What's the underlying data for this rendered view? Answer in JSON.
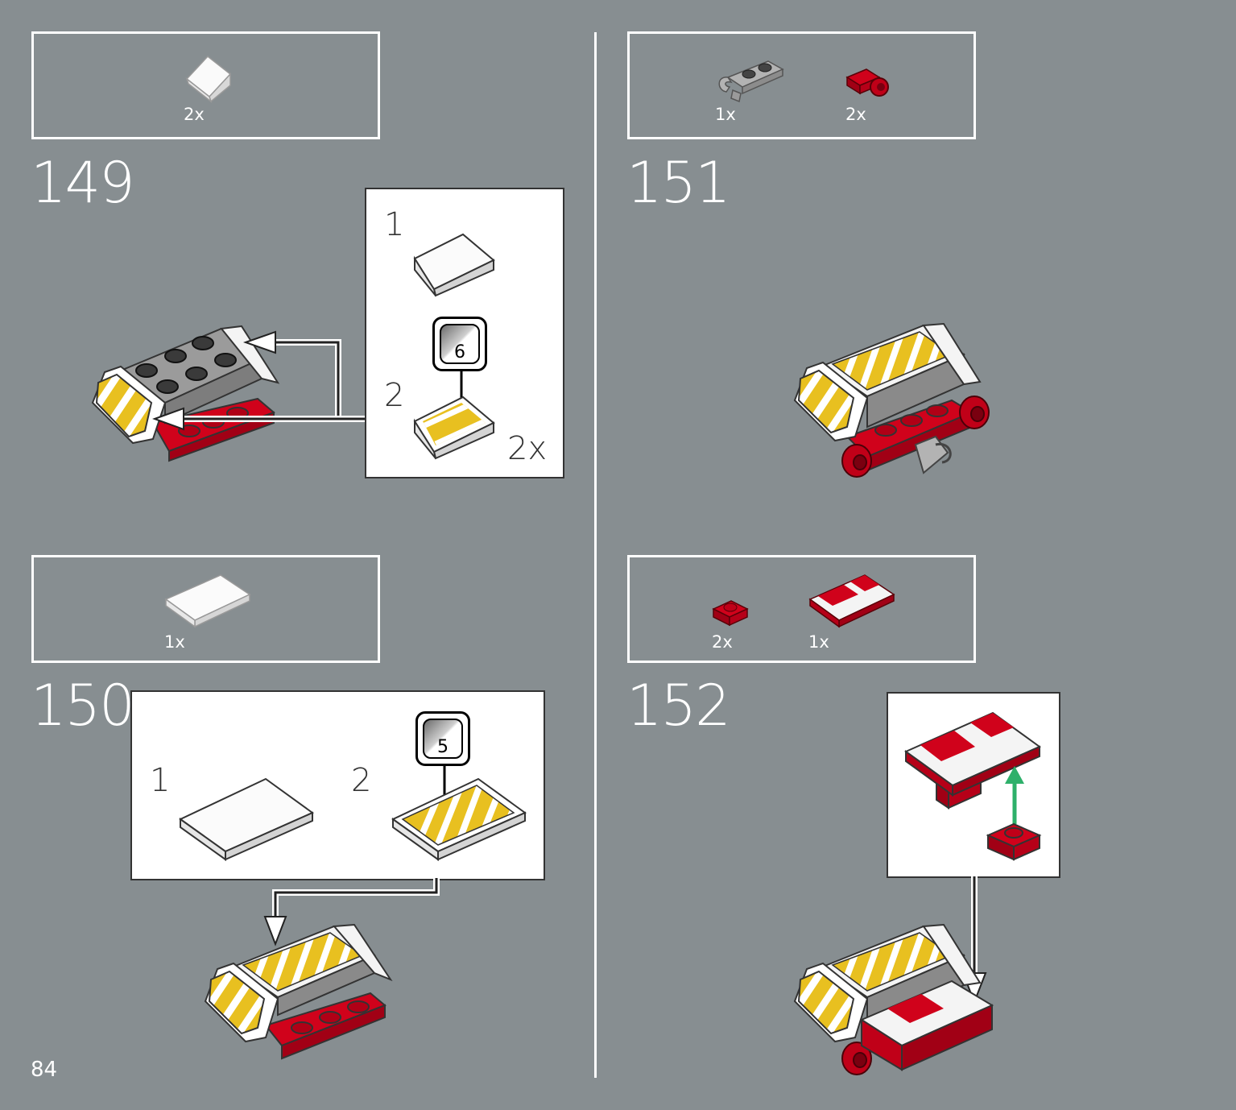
{
  "page": {
    "number": "84"
  },
  "steps": [
    {
      "number": "149",
      "parts": [
        {
          "icon": "white-slope-brick-icon",
          "qty": "2x"
        }
      ],
      "callout": {
        "substeps": [
          {
            "label": "1"
          },
          {
            "label": "2",
            "sticker": "6"
          }
        ],
        "qty": "2x"
      }
    },
    {
      "number": "150",
      "parts": [
        {
          "icon": "white-tile-icon",
          "qty": "1x"
        }
      ],
      "callout": {
        "substeps": [
          {
            "label": "1"
          },
          {
            "label": "2",
            "sticker": "5"
          }
        ]
      }
    },
    {
      "number": "151",
      "parts": [
        {
          "icon": "gray-clip-plate-icon",
          "qty": "1x"
        },
        {
          "icon": "red-wheel-icon",
          "qty": "2x"
        }
      ]
    },
    {
      "number": "152",
      "parts": [
        {
          "icon": "red-round-plate-icon",
          "qty": "2x"
        },
        {
          "icon": "red-white-tile-icon",
          "qty": "1x"
        }
      ]
    }
  ],
  "colors": {
    "background": "#878e91",
    "brick_red": "#d0021b",
    "hazard_yellow": "#e8c020",
    "arrow_green": "#2eb06a"
  }
}
